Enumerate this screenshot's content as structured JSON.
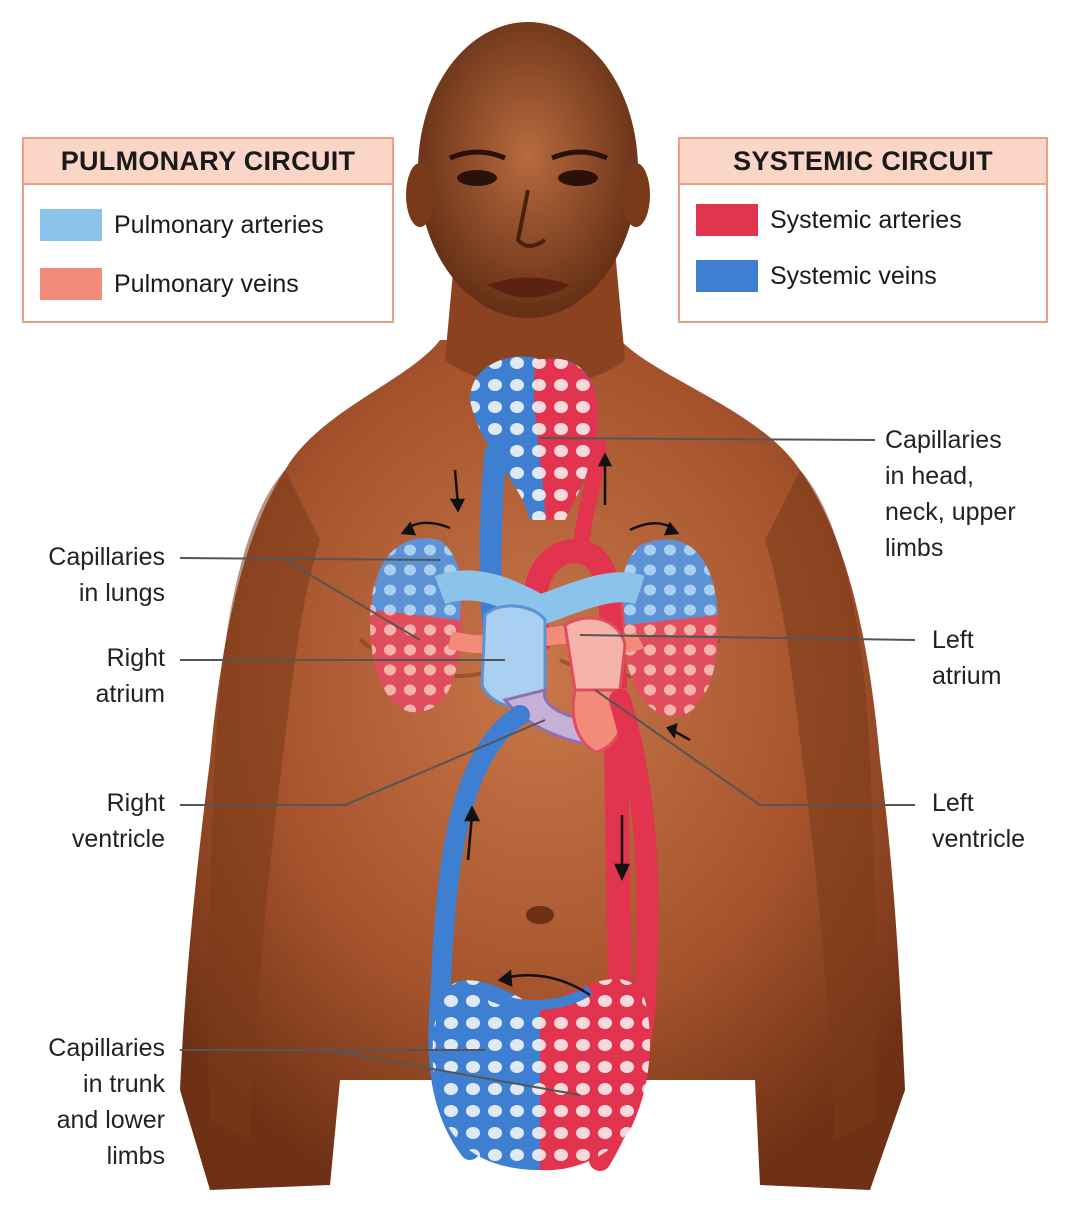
{
  "legend_pulmonary": {
    "title": "PULMONARY CIRCUIT",
    "items": [
      {
        "label": "Pulmonary arteries",
        "color": "#8cc3ea"
      },
      {
        "label": "Pulmonary veins",
        "color": "#f28b79"
      }
    ]
  },
  "legend_systemic": {
    "title": "SYSTEMIC CIRCUIT",
    "items": [
      {
        "label": "Systemic arteries",
        "color": "#e2334f"
      },
      {
        "label": "Systemic veins",
        "color": "#3f7fd1"
      }
    ]
  },
  "callouts": {
    "capillaries_head": [
      "Capillaries",
      "in head,",
      "neck, upper",
      "limbs"
    ],
    "capillaries_lungs": [
      "Capillaries",
      "in lungs"
    ],
    "right_atrium": [
      "Right",
      "atrium"
    ],
    "left_atrium": [
      "Left",
      "atrium"
    ],
    "right_ventricle": [
      "Right",
      "ventricle"
    ],
    "left_ventricle": [
      "Left",
      "ventricle"
    ],
    "capillaries_trunk": [
      "Capillaries",
      "in trunk",
      "and lower",
      "limbs"
    ]
  },
  "colors": {
    "skin": "#a5532c",
    "skin_light": "#c8774a",
    "artery_red": "#e2334f",
    "vein_blue": "#3f7fd1",
    "pulmonary_artery": "#8cc3ea",
    "pulmonary_vein": "#f28b79",
    "legend_border": "#e8a184",
    "legend_header": "#fbd6c6"
  }
}
